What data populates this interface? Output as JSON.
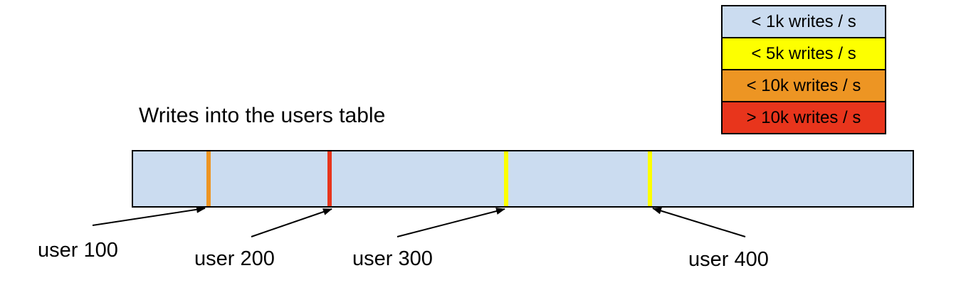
{
  "title": "Writes into the users table",
  "legend": {
    "items": [
      {
        "label": "< 1k writes / s",
        "color": "#cbdcf0"
      },
      {
        "label": "< 5k writes / s",
        "color": "#fdff00"
      },
      {
        "label": "< 10k writes / s",
        "color": "#ed9523"
      },
      {
        "label": "> 10k writes / s",
        "color": "#e8351c"
      }
    ]
  },
  "bar": {
    "fill": "#cbdcf0",
    "border_color": "#000000"
  },
  "markers": [
    {
      "label": "user 100",
      "color": "#ed9523",
      "position_pct": 9.6,
      "rate_bucket": "< 10k writes / s"
    },
    {
      "label": "user 200",
      "color": "#e8351c",
      "position_pct": 25.1,
      "rate_bucket": "> 10k writes / s"
    },
    {
      "label": "user 300",
      "color": "#fdff00",
      "position_pct": 47.6,
      "rate_bucket": "< 5k writes / s"
    },
    {
      "label": "user 400",
      "color": "#fdff00",
      "position_pct": 66.0,
      "rate_bucket": "< 5k writes / s"
    }
  ]
}
